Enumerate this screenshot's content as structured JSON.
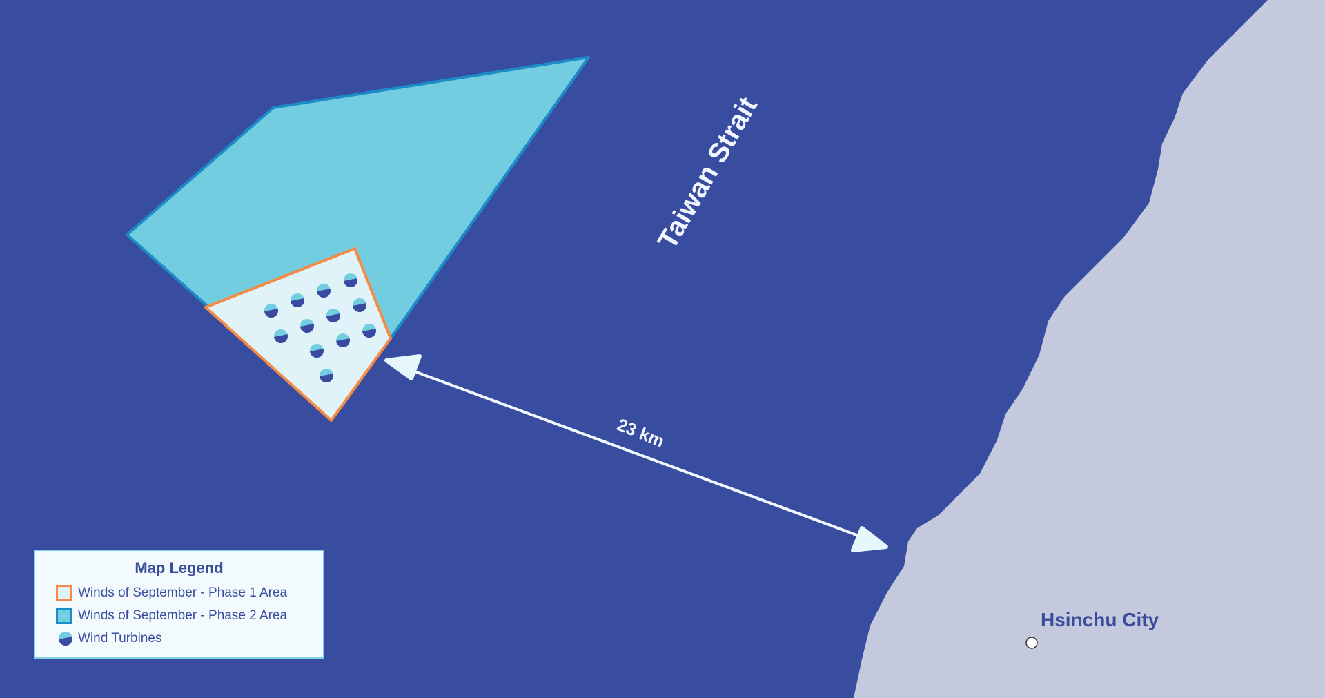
{
  "map": {
    "sea_label": "Taiwan Strait",
    "distance_label": "23 km",
    "city_label": "Hsinchu City",
    "turbine_count": 12
  },
  "legend": {
    "title": "Map Legend",
    "items": [
      {
        "label": "Winds of September - Phase 1 Area"
      },
      {
        "label": "Winds of September - Phase 2 Area"
      },
      {
        "label": "Wind Turbines"
      }
    ]
  },
  "colors": {
    "sea": "#384da0",
    "land": "#c5c9de",
    "phase1_fill": "#e0f3f8",
    "phase1_stroke": "#f58a45",
    "phase2_fill": "#72cde0",
    "phase2_stroke": "#1c8cc8"
  }
}
